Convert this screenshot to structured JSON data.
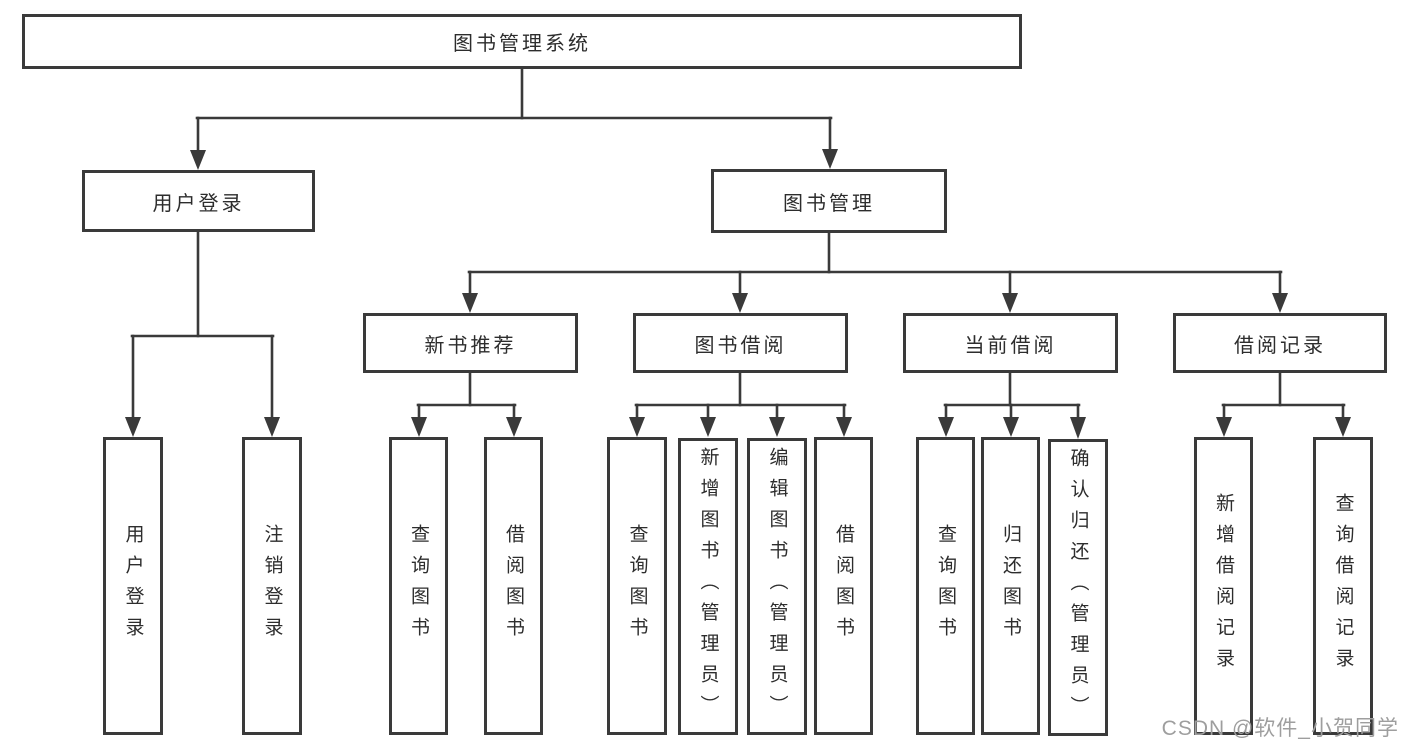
{
  "diagram": {
    "root": {
      "label": "图书管理系统"
    },
    "branches": [
      {
        "label": "用户登录",
        "children": [
          {
            "label": "用户登录"
          },
          {
            "label": "注销登录"
          }
        ]
      },
      {
        "label": "图书管理",
        "sections": [
          {
            "label": "新书推荐",
            "children": [
              {
                "label": "查询图书"
              },
              {
                "label": "借阅图书"
              }
            ]
          },
          {
            "label": "图书借阅",
            "children": [
              {
                "label": "查询图书"
              },
              {
                "label": "新增图书（管理员）"
              },
              {
                "label": "编辑图书（管理员）"
              },
              {
                "label": "借阅图书"
              }
            ]
          },
          {
            "label": "当前借阅",
            "children": [
              {
                "label": "查询图书"
              },
              {
                "label": "归还图书"
              },
              {
                "label": "确认归还（管理员）"
              }
            ]
          },
          {
            "label": "借阅记录",
            "children": [
              {
                "label": "新增借阅记录"
              },
              {
                "label": "查询借阅记录"
              }
            ]
          }
        ]
      }
    ]
  },
  "watermark": {
    "text": "CSDN @软件_小贺同学"
  },
  "colors": {
    "background": "#ffffff",
    "line": "#3a3a3a",
    "border": "#3a3a3a",
    "text": "#2d2d2d",
    "watermark": "#9e9e9e"
  }
}
